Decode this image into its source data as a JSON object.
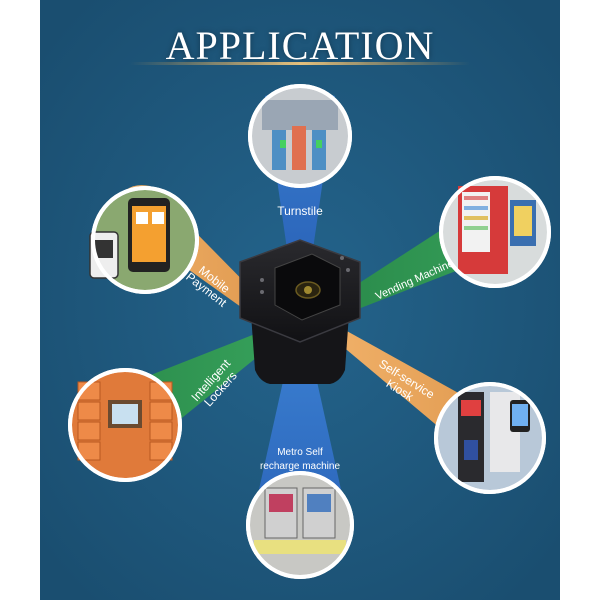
{
  "header": {
    "title": "APPLICATION"
  },
  "applications": {
    "turnstile": "Turnstile",
    "mobile_payment_line1": "Mobile",
    "mobile_payment_line2": "Payment",
    "vending_machine": "Vending Machine",
    "intelligent_lockers_line1": "Intelligent",
    "intelligent_lockers_line2": "Lockers",
    "self_service_line1": "Self-service",
    "self_service_line2": "Kiosk",
    "metro_line1": "Metro Self",
    "metro_line2": "recharge machine"
  },
  "colors": {
    "background": "#1f5a80",
    "blue_petal": "#2e6ec4",
    "orange_petal": "#e8a65c",
    "green_petal": "#2f8f4f"
  },
  "icons": {
    "center": "qr-barcode-scanner-icon",
    "turnstile": "turnstile-photo-icon",
    "mobile_payment": "smartphone-payment-photo-icon",
    "vending": "vending-machine-photo-icon",
    "lockers": "locker-photo-icon",
    "kiosk": "kiosk-photo-icon",
    "metro": "metro-recharge-machine-photo-icon"
  }
}
